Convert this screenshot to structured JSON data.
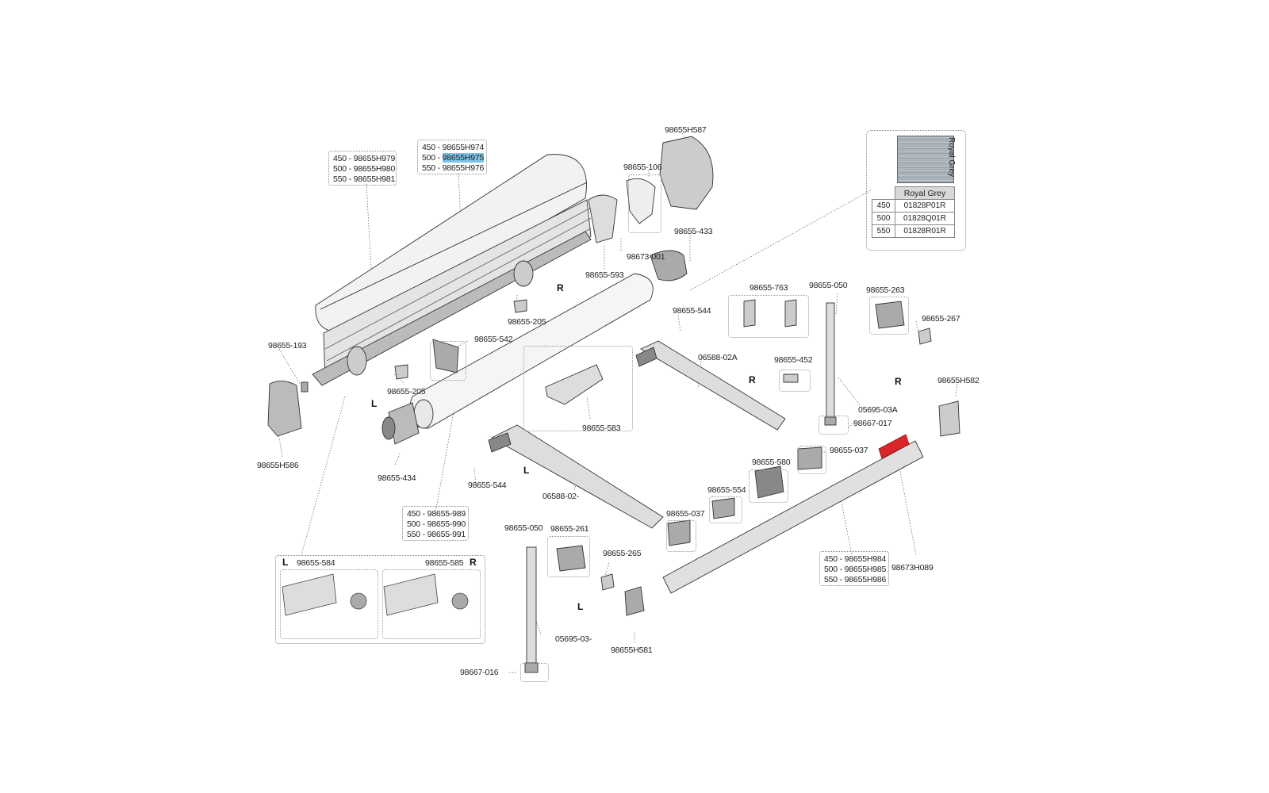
{
  "colors": {
    "highlight": "#7fc4e8",
    "brand_red": "#d9262b"
  },
  "variant_boxes": {
    "cover": [
      "450 - 98655H979",
      "500 - 98655H980",
      "550 - 98655H981"
    ],
    "profile": [
      "450 - 98655H974",
      "500 - ",
      "550 - 98655H976"
    ],
    "profile_highlight": "98655H975",
    "roller": [
      "450 - 98655-989",
      "500 - 98655-990",
      "550 - 98655-991"
    ],
    "front_bar": [
      "450 - 98655H984",
      "500 - 98655H985",
      "550 - 98655H986"
    ]
  },
  "fabric": {
    "swatch_label": "Royal Grey",
    "header": "Royal Grey",
    "rows": [
      {
        "size": "450",
        "code": "01828P01R"
      },
      {
        "size": "500",
        "code": "01828Q01R"
      },
      {
        "size": "550",
        "code": "01828R01R"
      }
    ]
  },
  "group_box": {
    "left_code": "98655-584",
    "right_code": "98655-585",
    "left_side": "L",
    "right_side": "R"
  },
  "part_labels": {
    "p_h587": "98655H587",
    "p_106": "98655-106",
    "p_593": "98655-593",
    "p_001": "98673-001",
    "p_433": "98655-433",
    "p_205a": "98655-205",
    "p_205b": "98655-205",
    "p_193": "98655-193",
    "p_542": "98655-542",
    "p_h586": "98655H586",
    "p_434": "98655-434",
    "p_544a": "98655-544",
    "p_544b": "98655-544",
    "p_583": "98655-583",
    "p_02a": "06588-02A",
    "p_02": "06588-02-",
    "p_763": "98655-763",
    "p_452": "98655-452",
    "p_050a": "98655-050",
    "p_263": "98655-263",
    "p_267": "98655-267",
    "p_h582": "98655H582",
    "p_03a": "05695-03A",
    "p_017": "98667-017",
    "p_037a": "98655-037",
    "p_580": "98655-580",
    "p_554": "98655-554",
    "p_037b": "98655-037",
    "p_050b": "98655-050",
    "p_261": "98655-261",
    "p_265": "98655-265",
    "p_03": "05695-03-",
    "p_016": "98667-016",
    "p_h581": "98655H581",
    "p_h089": "98673H089"
  },
  "side_marks": {
    "r1": "R",
    "l1": "L",
    "r2": "R",
    "r3": "R",
    "l2": "L",
    "l3": "L"
  }
}
